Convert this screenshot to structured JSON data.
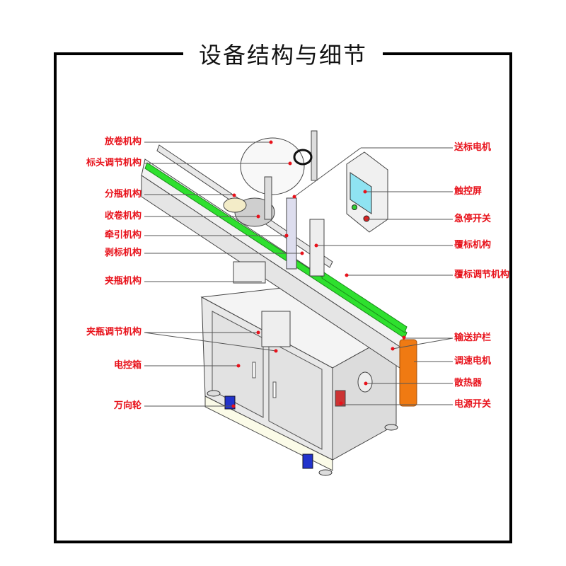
{
  "title": "设备结构与细节",
  "colors": {
    "label": "#e8121b",
    "frame": "#000000",
    "guard_green": "#2ee02e",
    "motor_orange": "#f07a12",
    "screen_blue": "#8fe3f2",
    "caster_blue": "#2233cc",
    "leader_line": "#555555"
  },
  "labels_left": [
    {
      "id": "unwind",
      "text": "放卷机构"
    },
    {
      "id": "head-adjust",
      "text": "标头调节机构"
    },
    {
      "id": "bottle-separator",
      "text": "分瓶机构"
    },
    {
      "id": "rewind",
      "text": "收卷机构"
    },
    {
      "id": "traction",
      "text": "牵引机构"
    },
    {
      "id": "peeling",
      "text": "剥标机构"
    },
    {
      "id": "bottle-clamp",
      "text": "夹瓶机构"
    },
    {
      "id": "clamp-adjust",
      "text": "夹瓶调节机构"
    },
    {
      "id": "control-box",
      "text": "电控箱"
    },
    {
      "id": "caster",
      "text": "万向轮"
    }
  ],
  "labels_right": [
    {
      "id": "label-feed-motor",
      "text": "送标电机"
    },
    {
      "id": "touch-screen",
      "text": "触控屏"
    },
    {
      "id": "emergency-stop",
      "text": "急停开关"
    },
    {
      "id": "label-cover",
      "text": "覆标机构"
    },
    {
      "id": "cover-adjust",
      "text": "覆标调节机构"
    },
    {
      "id": "conveyor-guard",
      "text": "输送护栏"
    },
    {
      "id": "speed-motor",
      "text": "调速电机"
    },
    {
      "id": "heat-sink",
      "text": "散热器"
    },
    {
      "id": "power-switch",
      "text": "电源开关"
    }
  ]
}
